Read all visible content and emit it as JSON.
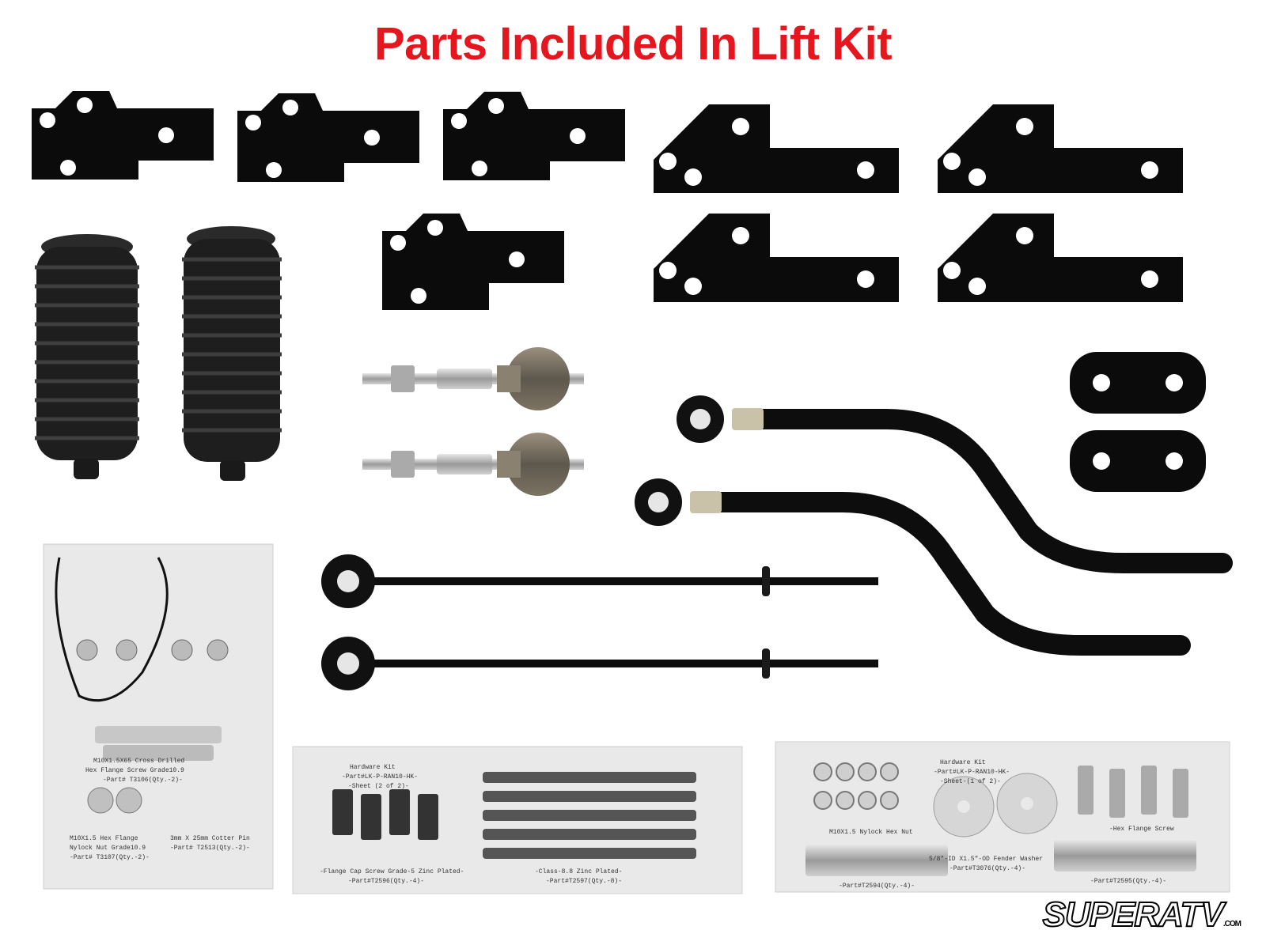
{
  "title": "Parts Included In Lift Kit",
  "colors": {
    "title": "#e5161d",
    "bracket": "#0b0b0b",
    "rubber_boot": "#1e1e1e",
    "package_bg": "#e9e9e9",
    "metal": "#bdbdbd"
  },
  "logo": {
    "text": "SUPERATV",
    "suffix": ".COM"
  },
  "packages": {
    "left": {
      "lines": [
        "M10X1.5X65 Cross Drilled",
        "Hex Flange Screw Grade10.9",
        "-Part# T3106(Qty.-2)-",
        "M10X1.5 Hex Flange",
        "Nylock Nut Grade10.9",
        "-Part# T3107(Qty.-2)-",
        "3mm X 25mm Cotter Pin",
        "-Part# T2513(Qty.-2)-"
      ]
    },
    "middle": {
      "lines": [
        "Hardware Kit",
        "-Part#LK-P-RAN10-HK-",
        "-Sheet (2 of 2)-",
        "-Flange Cap Screw Grade-5 Zinc Plated-",
        "-Part#T2596(Qty.-4)-",
        "-Class-8.8 Zinc Plated-",
        "-Part#T2597(Qty.-8)-"
      ]
    },
    "right": {
      "lines": [
        "Hardware Kit",
        "-Part#LK-P-RAN10-HK-",
        "-Sheet-(1 of 2)-",
        "M10X1.5 Nylock Hex Nut",
        "5/8\"-ID X1.5\"-OD Fender Washer",
        "-Part#T3076(Qty.-4)-",
        "-Hex Flange Screw",
        "-Part#T2594(Qty.-4)-",
        "-Part#T2595(Qty.-4)-"
      ]
    }
  }
}
